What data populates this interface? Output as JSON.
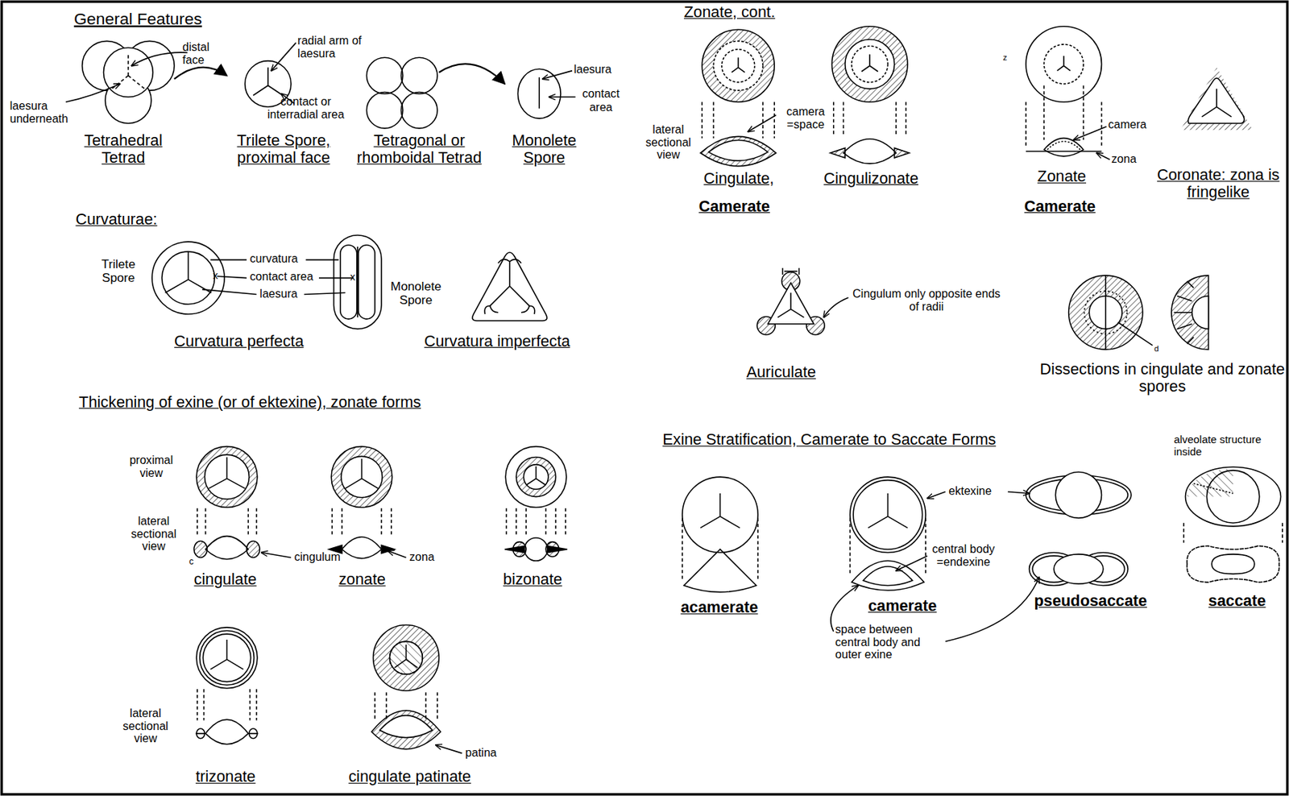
{
  "diagram": {
    "labels": [
      "General Features",
      "distal face",
      "laesura underneath",
      "Tetrahedral Tetrad",
      "radial arm of laesura",
      "contact or interradial area",
      "Trilete Spore, proximal face",
      "Tetragonal or rhomboidal Tetrad",
      "laesura",
      "contact area",
      "Monolete Spore",
      "Curvaturae:",
      "Trilete Spore",
      "curvatura",
      "contact area",
      "laesura",
      "Monolete Spore",
      "Curvatura perfecta",
      "Curvatura imperfecta",
      "Thickening of exine (or of ektexine), zonate forms",
      "proximal view",
      "lateral sectional view",
      "cingulum",
      "cingulate",
      "zona",
      "zonate",
      "bizonate",
      "lateral sectional view",
      "trizonate",
      "patina",
      "cingulate patinate",
      "Zonate, cont.",
      "lateral sectional view",
      "camera =space",
      "Cingulate,",
      "Camerate",
      "Cingulizonate",
      "camera",
      "zona",
      "Zonate",
      "Camerate",
      "Coronate: zona is fringelike",
      "Cingulum only opposite ends of radii",
      "Auriculate",
      "Dissections in cingulate and zonate spores",
      "Exine Stratification, Camerate to Saccate Forms",
      "alveolate structure inside",
      "ektexine",
      "central body =endexine",
      "acamerate",
      "camerate",
      "pseudosaccate",
      "saccate",
      "space between central body and outer exine",
      "x",
      "x",
      "c",
      "z",
      "d"
    ]
  }
}
